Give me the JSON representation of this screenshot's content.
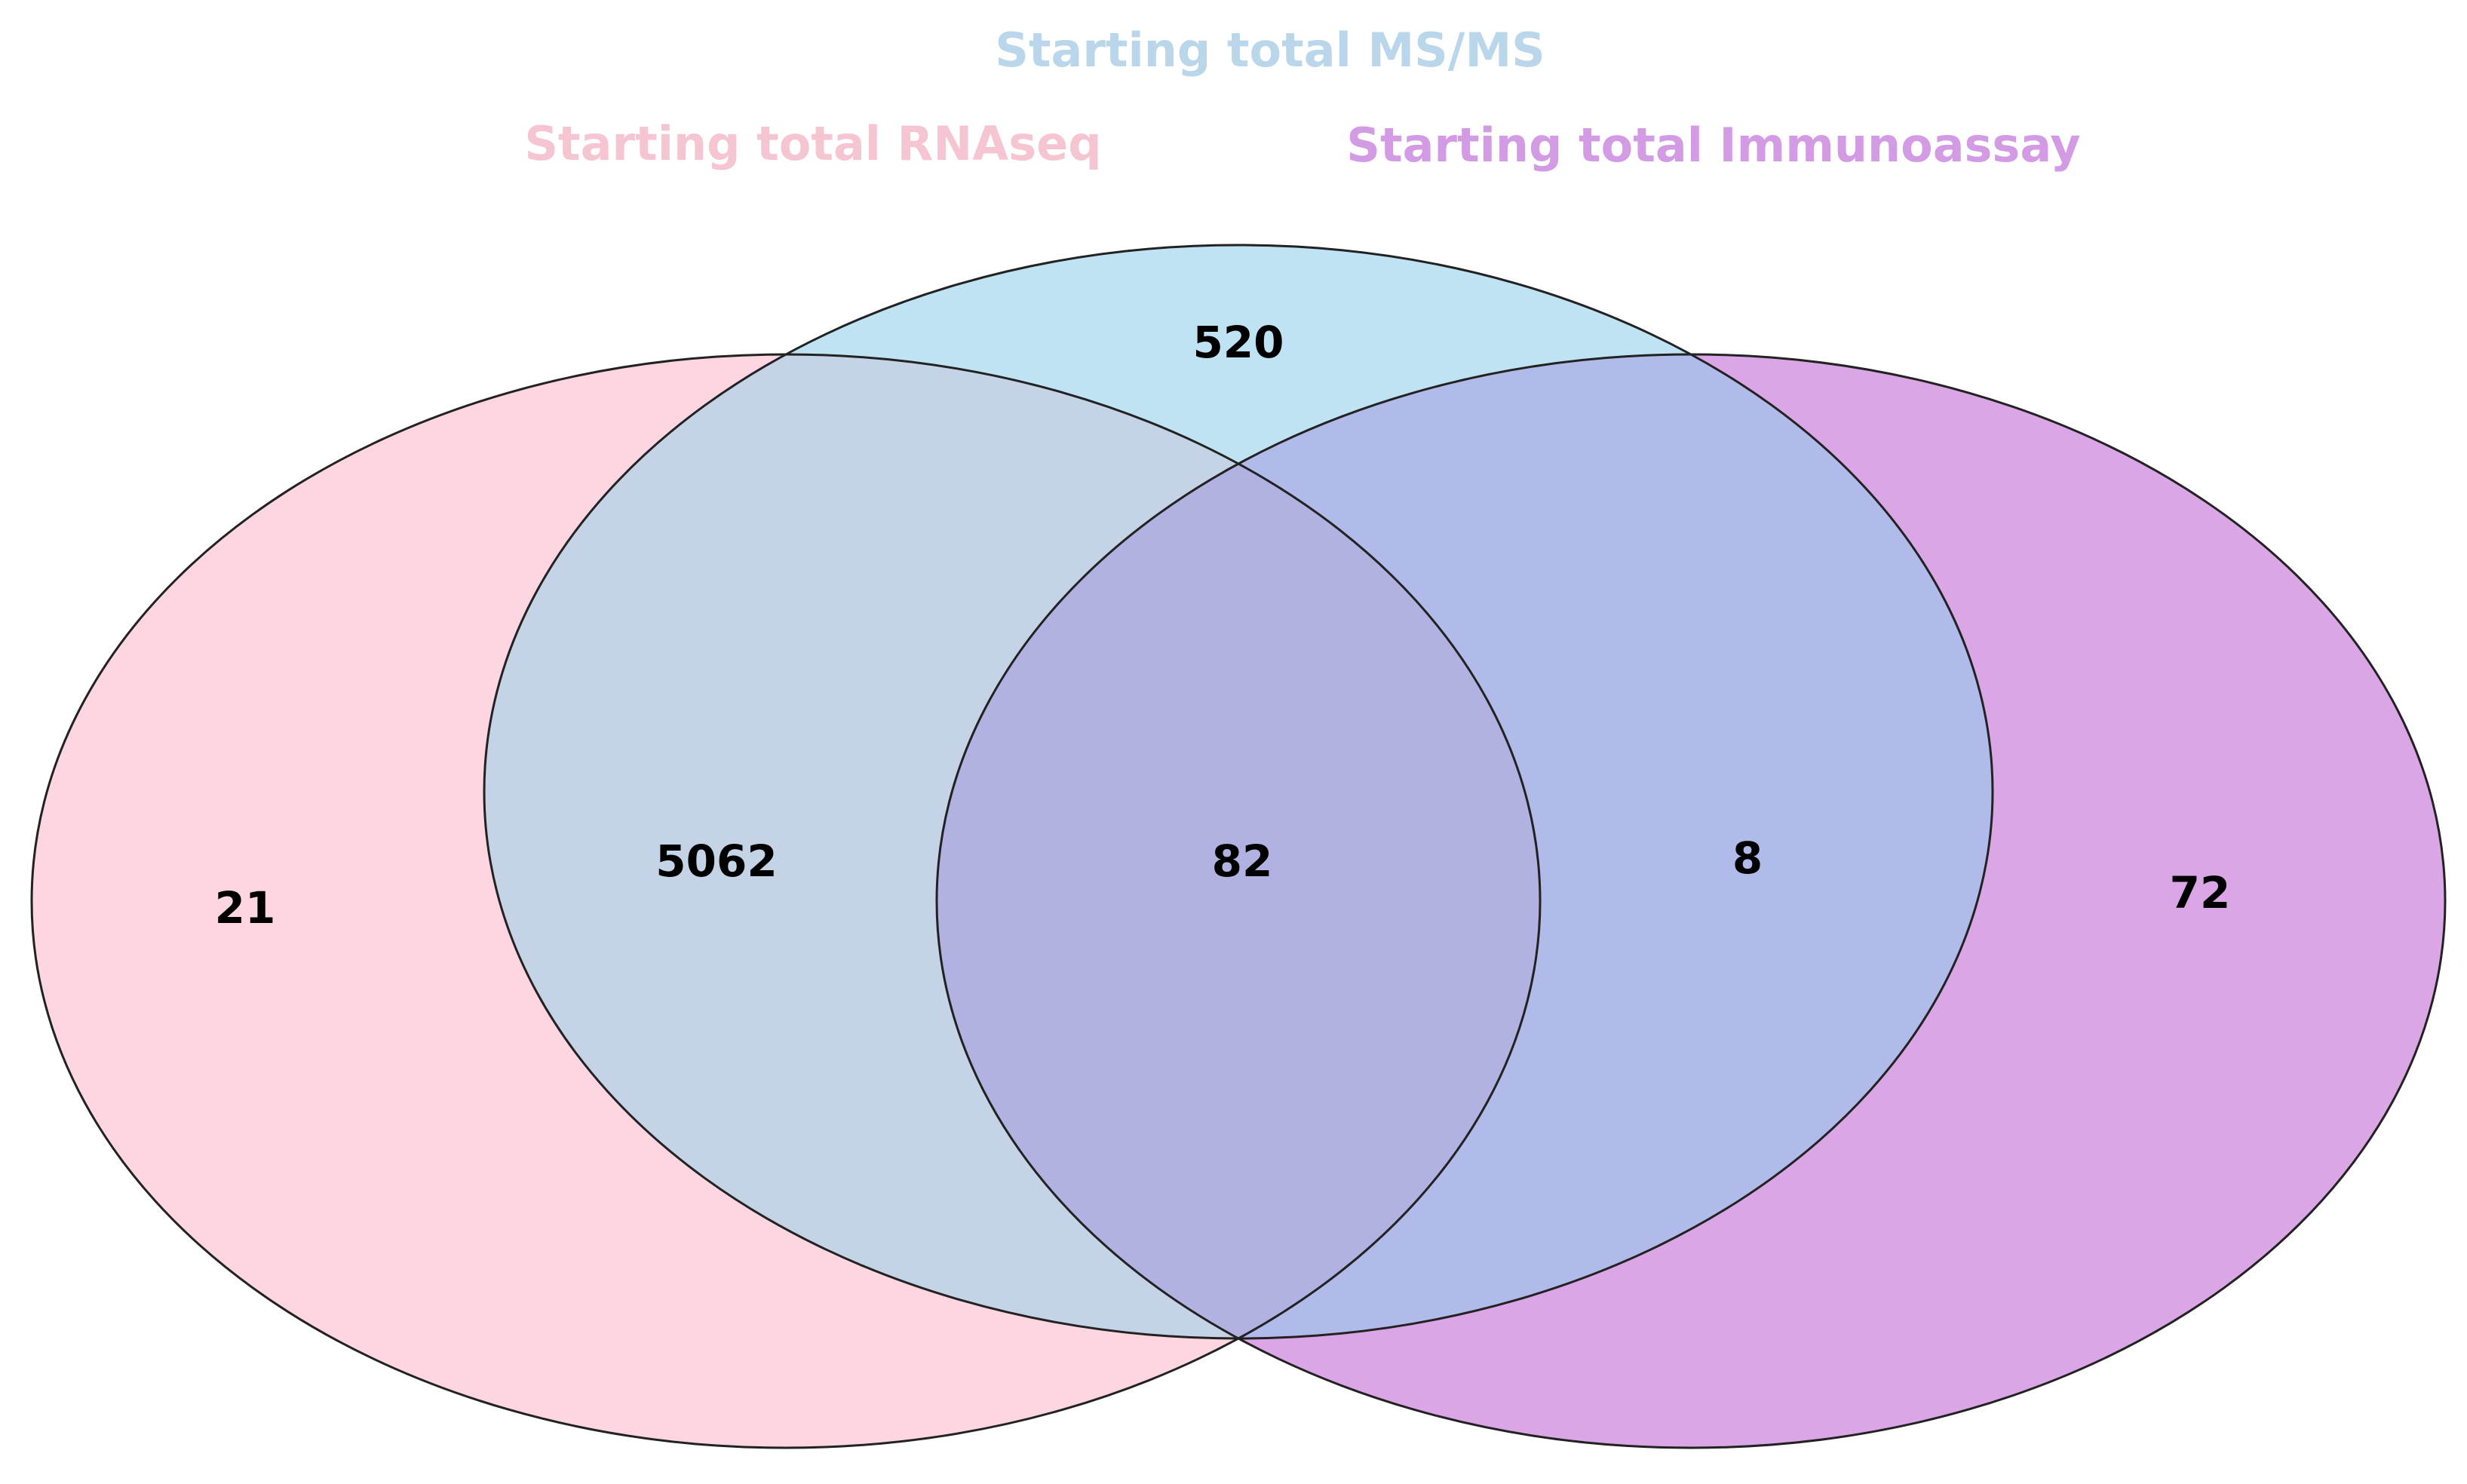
{
  "sets": {
    "ms": {
      "label": "Starting total MS/MS",
      "color": "#bfe3f3",
      "label_color": "#b9d6ea"
    },
    "rnaseq": {
      "label": "Starting total RNAseq",
      "color": "#fdd6e1",
      "label_color": "#f6c5d2"
    },
    "immuno": {
      "label": "Starting total Immunoassay",
      "color": "#dba6e6",
      "label_color": "#d39be3"
    }
  },
  "regions": {
    "rnaseq_only": "21",
    "rnaseq_ms": "5062",
    "all_three": "82",
    "ms_immuno": "8",
    "immuno_only": "72",
    "ms_only": "520"
  },
  "outline_color": "#222222"
}
